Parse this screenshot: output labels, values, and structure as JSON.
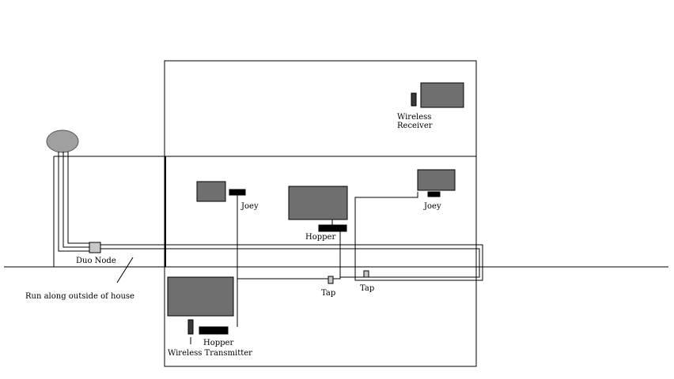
{
  "colors": {
    "background": "#ffffff",
    "line": "#000000",
    "device_fill": "#6f6f6f",
    "dish_fill": "#a0a0a0",
    "box_fill": "#000000",
    "tap_fill": "#c8c8c8"
  },
  "labels": {
    "wireless_receiver_line1": "Wireless",
    "wireless_receiver_line2": "Receiver",
    "joey_left": "Joey",
    "joey_right": "Joey",
    "hopper_top": "Hopper",
    "duo_node": "Duo Node",
    "run_note": "Run along outside of house",
    "tap_left": "Tap",
    "tap_right": "Tap",
    "hopper_bottom": "Hopper",
    "wireless_transmitter": "Wireless Transmitter"
  }
}
